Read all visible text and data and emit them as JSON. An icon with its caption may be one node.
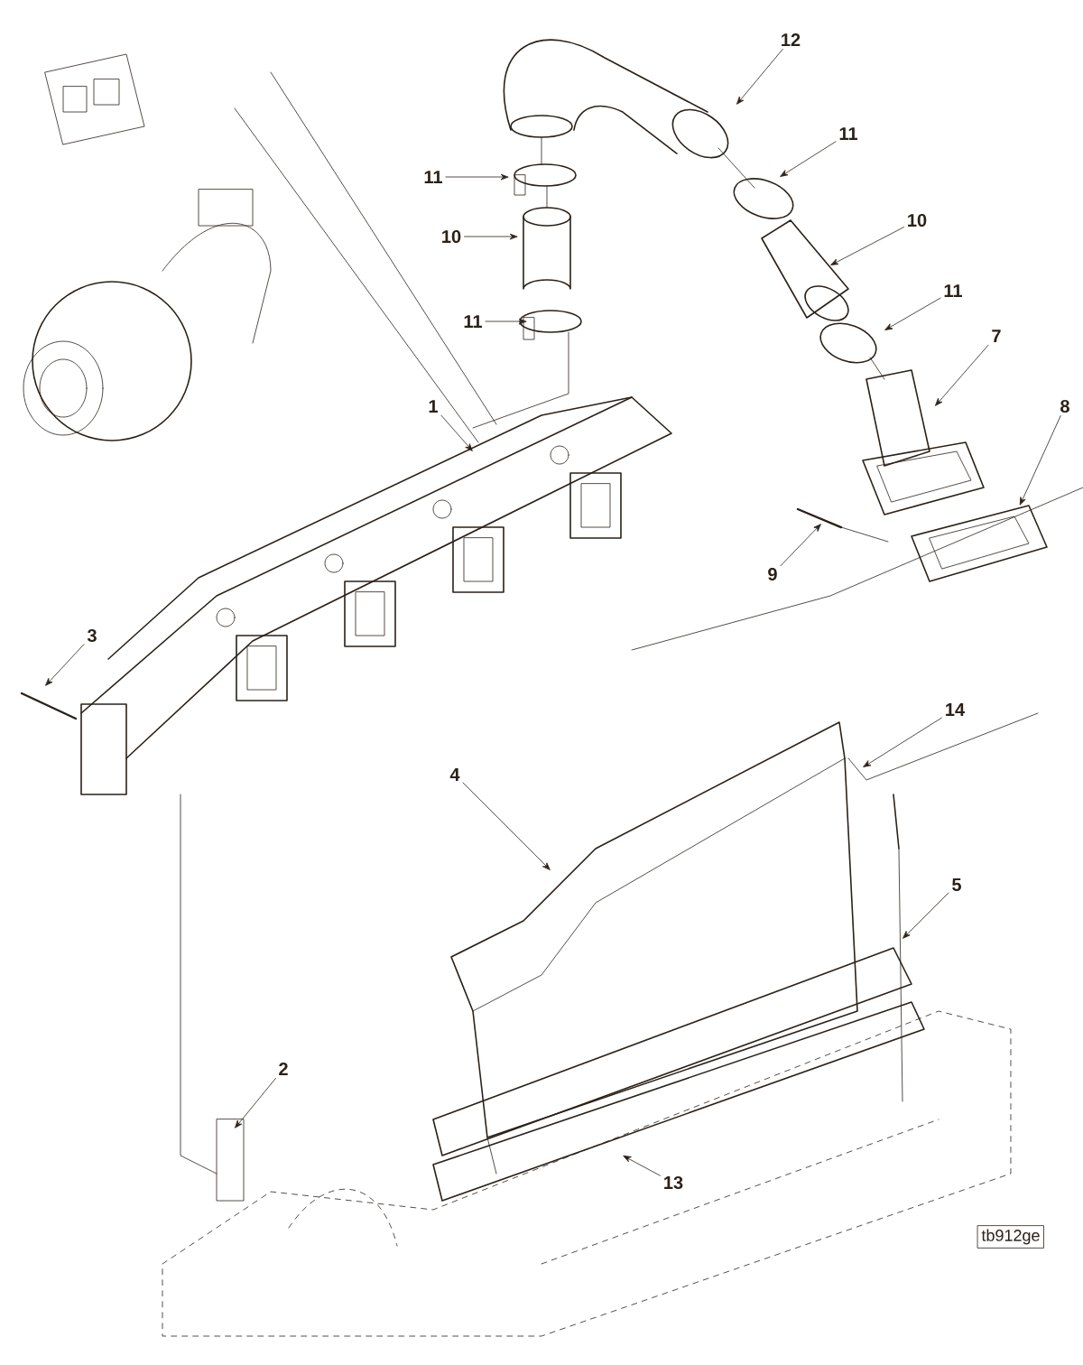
{
  "diagram": {
    "nodes": [
      {
        "text": [
          "12"
        ]
      },
      {
        "text": [
          "11"
        ]
      },
      {
        "text": [
          "11"
        ]
      },
      {
        "text": [
          "10"
        ]
      },
      {
        "text": [
          "10"
        ]
      },
      {
        "text": [
          "11"
        ]
      },
      {
        "text": [
          "11"
        ]
      },
      {
        "text": [
          "7"
        ]
      },
      {
        "text": [
          "8"
        ]
      },
      {
        "text": [
          "1"
        ]
      },
      {
        "text": [
          "9"
        ]
      },
      {
        "text": [
          "3"
        ]
      },
      {
        "text": [
          "14"
        ]
      },
      {
        "text": [
          "4"
        ]
      },
      {
        "text": [
          "5"
        ]
      },
      {
        "text": [
          "2"
        ]
      },
      {
        "text": [
          "13"
        ]
      }
    ],
    "edges": [
      {
        "from": 0,
        "to": null,
        "arrow": "to"
      },
      {
        "from": 1,
        "to": null,
        "arrow": "to"
      },
      {
        "from": 2,
        "to": null,
        "arrow": "to"
      },
      {
        "from": 3,
        "to": null,
        "arrow": "to"
      },
      {
        "from": 4,
        "to": null,
        "arrow": "to"
      },
      {
        "from": 5,
        "to": null,
        "arrow": "to"
      },
      {
        "from": 6,
        "to": null,
        "arrow": "to"
      },
      {
        "from": 7,
        "to": null,
        "arrow": "to"
      },
      {
        "from": 8,
        "to": null,
        "arrow": "to"
      },
      {
        "from": 9,
        "to": null,
        "arrow": "to"
      },
      {
        "from": 10,
        "to": null,
        "arrow": "to"
      },
      {
        "from": 11,
        "to": null,
        "arrow": "to"
      },
      {
        "from": 12,
        "to": null,
        "arrow": "to"
      },
      {
        "from": 13,
        "to": null,
        "arrow": "to"
      },
      {
        "from": 14,
        "to": null,
        "arrow": "to"
      },
      {
        "from": 15,
        "to": null,
        "arrow": "to"
      },
      {
        "from": 16,
        "to": null,
        "arrow": "to"
      }
    ],
    "labels": [
      "tb912ge"
    ]
  }
}
